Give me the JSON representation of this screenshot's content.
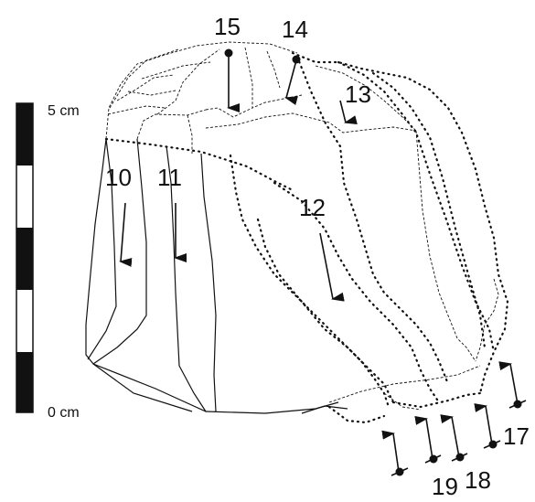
{
  "scale": {
    "top_label": "5 cm",
    "bottom_label": "0 cm"
  },
  "labels": {
    "l10": "10",
    "l11": "11",
    "l12": "12",
    "l13": "13",
    "l14": "14",
    "l15": "15",
    "l17": "17",
    "l18": "18",
    "l19": "19"
  }
}
